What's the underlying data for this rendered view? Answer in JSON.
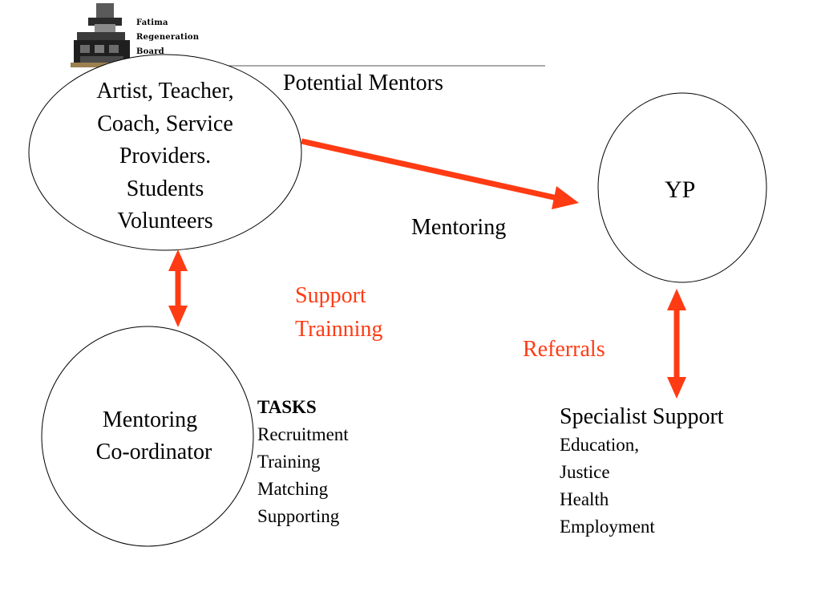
{
  "logo": {
    "lines": [
      "Fatima",
      "Regeneration",
      "Board"
    ]
  },
  "nodes": {
    "mentors": {
      "lines": [
        "Artist, Teacher,",
        "Coach, Service",
        "Providers.",
        "Students",
        "Volunteers"
      ]
    },
    "yp": {
      "label": "YP"
    },
    "coordinator": {
      "lines": [
        "Mentoring",
        "Co-ordinator"
      ]
    }
  },
  "labels": {
    "potential_mentors": "Potential Mentors",
    "mentoring": "Mentoring",
    "support": [
      "Support",
      "Trainning"
    ],
    "referrals": "Referrals"
  },
  "tasks": {
    "heading": "TASKS",
    "items": [
      "Recruitment",
      "Training",
      "Matching",
      "Supporting"
    ]
  },
  "specialist": {
    "heading": "Specialist Support",
    "items": [
      "Education,",
      "Justice",
      "Health",
      "Employment"
    ]
  },
  "colors": {
    "arrow": "#ff3b14",
    "label_red": "#ff3b14",
    "stroke": "#000000"
  }
}
